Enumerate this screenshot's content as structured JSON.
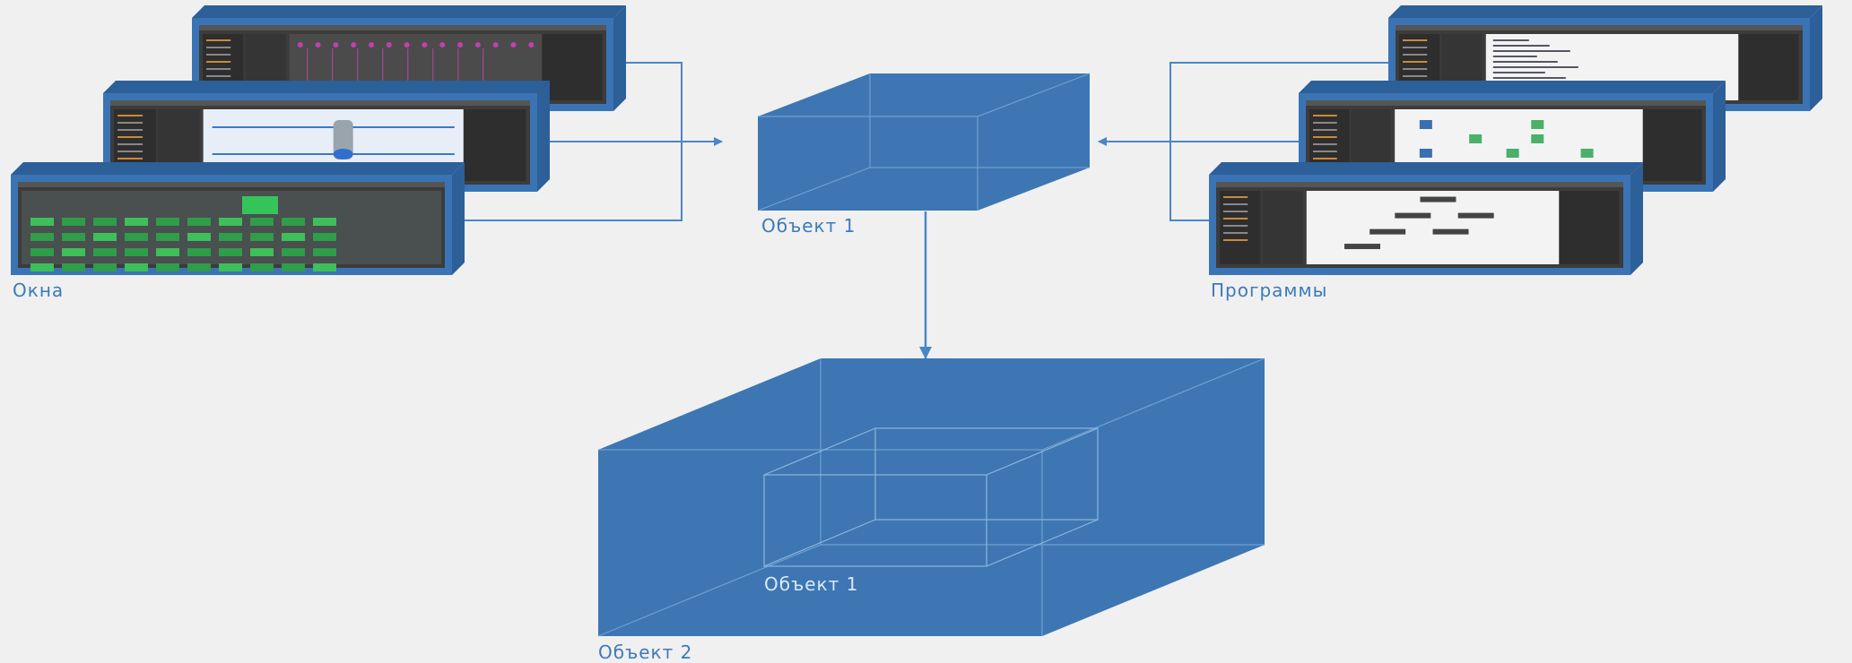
{
  "diagram": {
    "title": "",
    "groups": {
      "windows": {
        "label": "Окна"
      },
      "programs": {
        "label": "Программы"
      }
    },
    "nodes": {
      "object1": {
        "label": "Объект 1"
      },
      "object2": {
        "label": "Объект 2"
      },
      "object2_inner": {
        "label": "Объект 1"
      }
    },
    "edges": [
      {
        "from": "windows",
        "to": "object1"
      },
      {
        "from": "programs",
        "to": "object1"
      },
      {
        "from": "object1",
        "to": "object2"
      }
    ],
    "colors": {
      "background": "#f0f0f0",
      "cube": "#3d76b3",
      "cube_edge": "#6fa0d2",
      "frame": "#3a74b5",
      "frame_side": "#2d5f99",
      "connector": "#4a86c5",
      "label": "#3d7ab8",
      "screen_dark": "#3c3c3c",
      "screen_panel": "#2e2e2e",
      "screen_canvas": "#f3f3f3"
    }
  }
}
